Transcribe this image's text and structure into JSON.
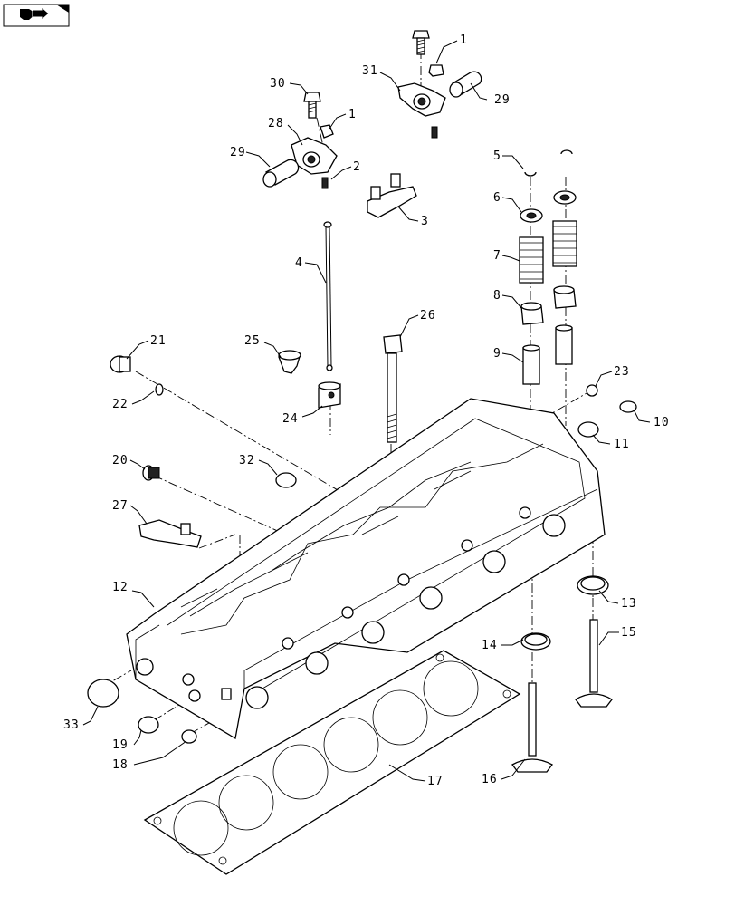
{
  "callouts": [
    {
      "id": "1a",
      "text": "1"
    },
    {
      "id": "1b",
      "text": "1"
    },
    {
      "id": "2",
      "text": "2"
    },
    {
      "id": "3",
      "text": "3"
    },
    {
      "id": "4",
      "text": "4"
    },
    {
      "id": "5",
      "text": "5"
    },
    {
      "id": "6",
      "text": "6"
    },
    {
      "id": "7",
      "text": "7"
    },
    {
      "id": "8",
      "text": "8"
    },
    {
      "id": "9",
      "text": "9"
    },
    {
      "id": "10",
      "text": "10"
    },
    {
      "id": "11",
      "text": "11"
    },
    {
      "id": "12",
      "text": "12"
    },
    {
      "id": "13",
      "text": "13"
    },
    {
      "id": "14",
      "text": "14"
    },
    {
      "id": "15",
      "text": "15"
    },
    {
      "id": "16",
      "text": "16"
    },
    {
      "id": "17",
      "text": "17"
    },
    {
      "id": "18",
      "text": "18"
    },
    {
      "id": "19",
      "text": "19"
    },
    {
      "id": "20",
      "text": "20"
    },
    {
      "id": "21",
      "text": "21"
    },
    {
      "id": "22",
      "text": "22"
    },
    {
      "id": "23",
      "text": "23"
    },
    {
      "id": "24",
      "text": "24"
    },
    {
      "id": "25",
      "text": "25"
    },
    {
      "id": "26",
      "text": "26"
    },
    {
      "id": "27",
      "text": "27"
    },
    {
      "id": "28",
      "text": "28"
    },
    {
      "id": "29a",
      "text": "29"
    },
    {
      "id": "29b",
      "text": "29"
    },
    {
      "id": "30",
      "text": "30"
    },
    {
      "id": "31",
      "text": "31"
    },
    {
      "id": "32",
      "text": "32"
    },
    {
      "id": "33",
      "text": "33"
    }
  ],
  "icons": {
    "nav": "next-arrow-icon"
  }
}
